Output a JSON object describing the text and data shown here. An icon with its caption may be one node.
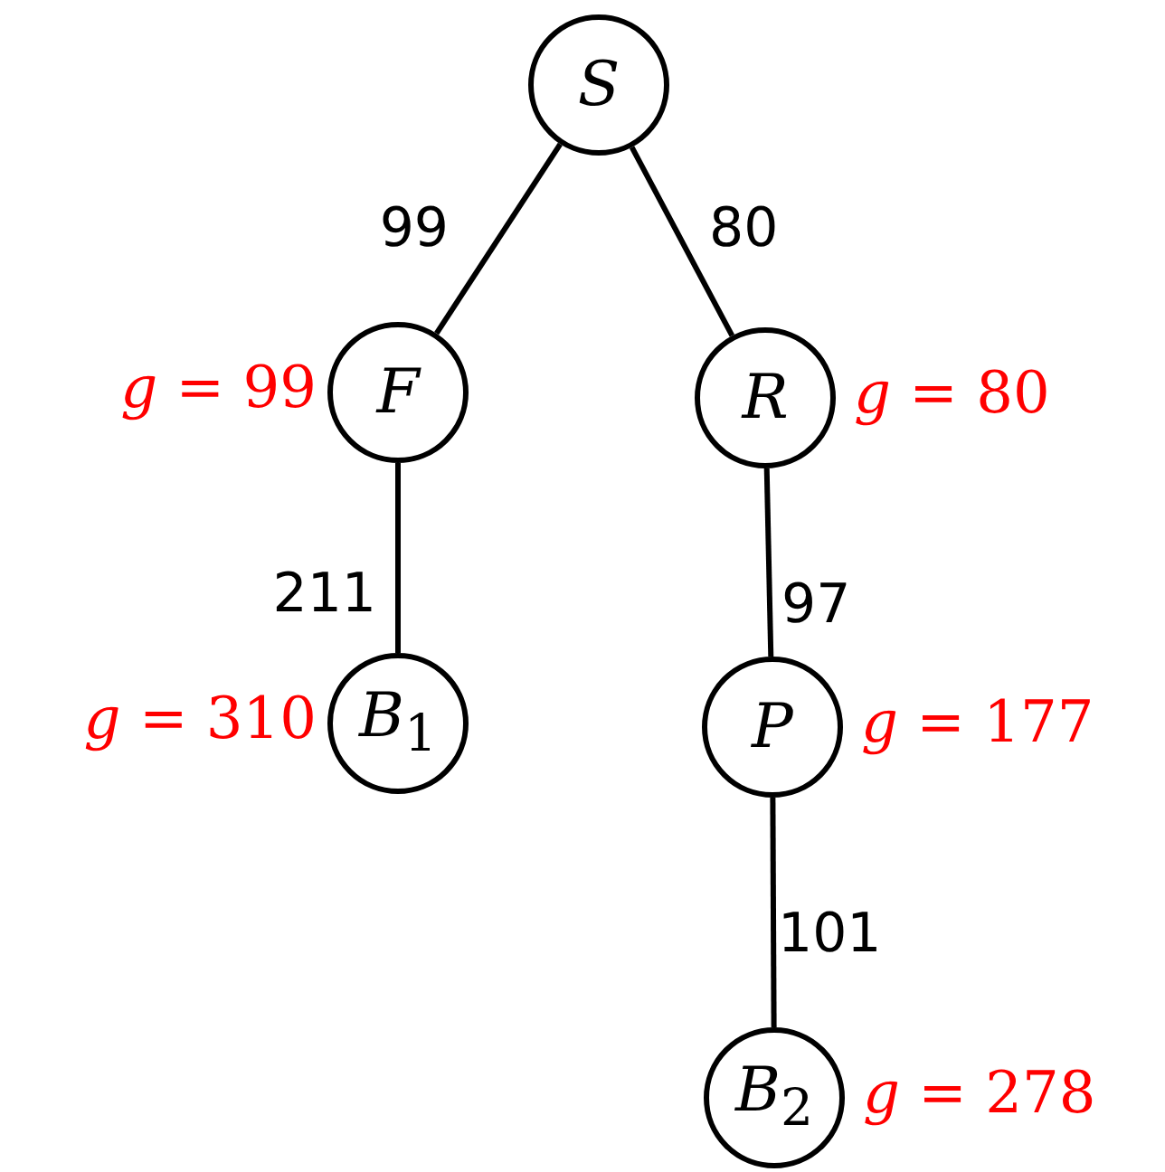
{
  "diagram": {
    "nodes": [
      {
        "text": [
          "*S*"
        ]
      },
      {
        "text": [
          "*F*"
        ],
        "beside": [
          "*g* = 99"
        ]
      },
      {
        "text": [
          "*R*"
        ],
        "beside": [
          "*g* = 80"
        ]
      },
      {
        "text": [
          "*B*$_{1}$"
        ],
        "beside": [
          "*g* = 310"
        ]
      },
      {
        "text": [
          "*P*"
        ],
        "beside": [
          "*g* = 177"
        ]
      },
      {
        "text": [
          "*B*$_{2}$"
        ],
        "beside": [
          "*g* = 278"
        ]
      }
    ],
    "edges": [
      {
        "from": 0,
        "to": 1,
        "arrow": "none",
        "label": "99"
      },
      {
        "from": 0,
        "to": 2,
        "arrow": "none",
        "label": "80"
      },
      {
        "from": 1,
        "to": 3,
        "arrow": "none",
        "label": "211"
      },
      {
        "from": 2,
        "to": 4,
        "arrow": "none",
        "label": "97"
      },
      {
        "from": 4,
        "to": 5,
        "arrow": "none",
        "label": "101"
      }
    ]
  }
}
